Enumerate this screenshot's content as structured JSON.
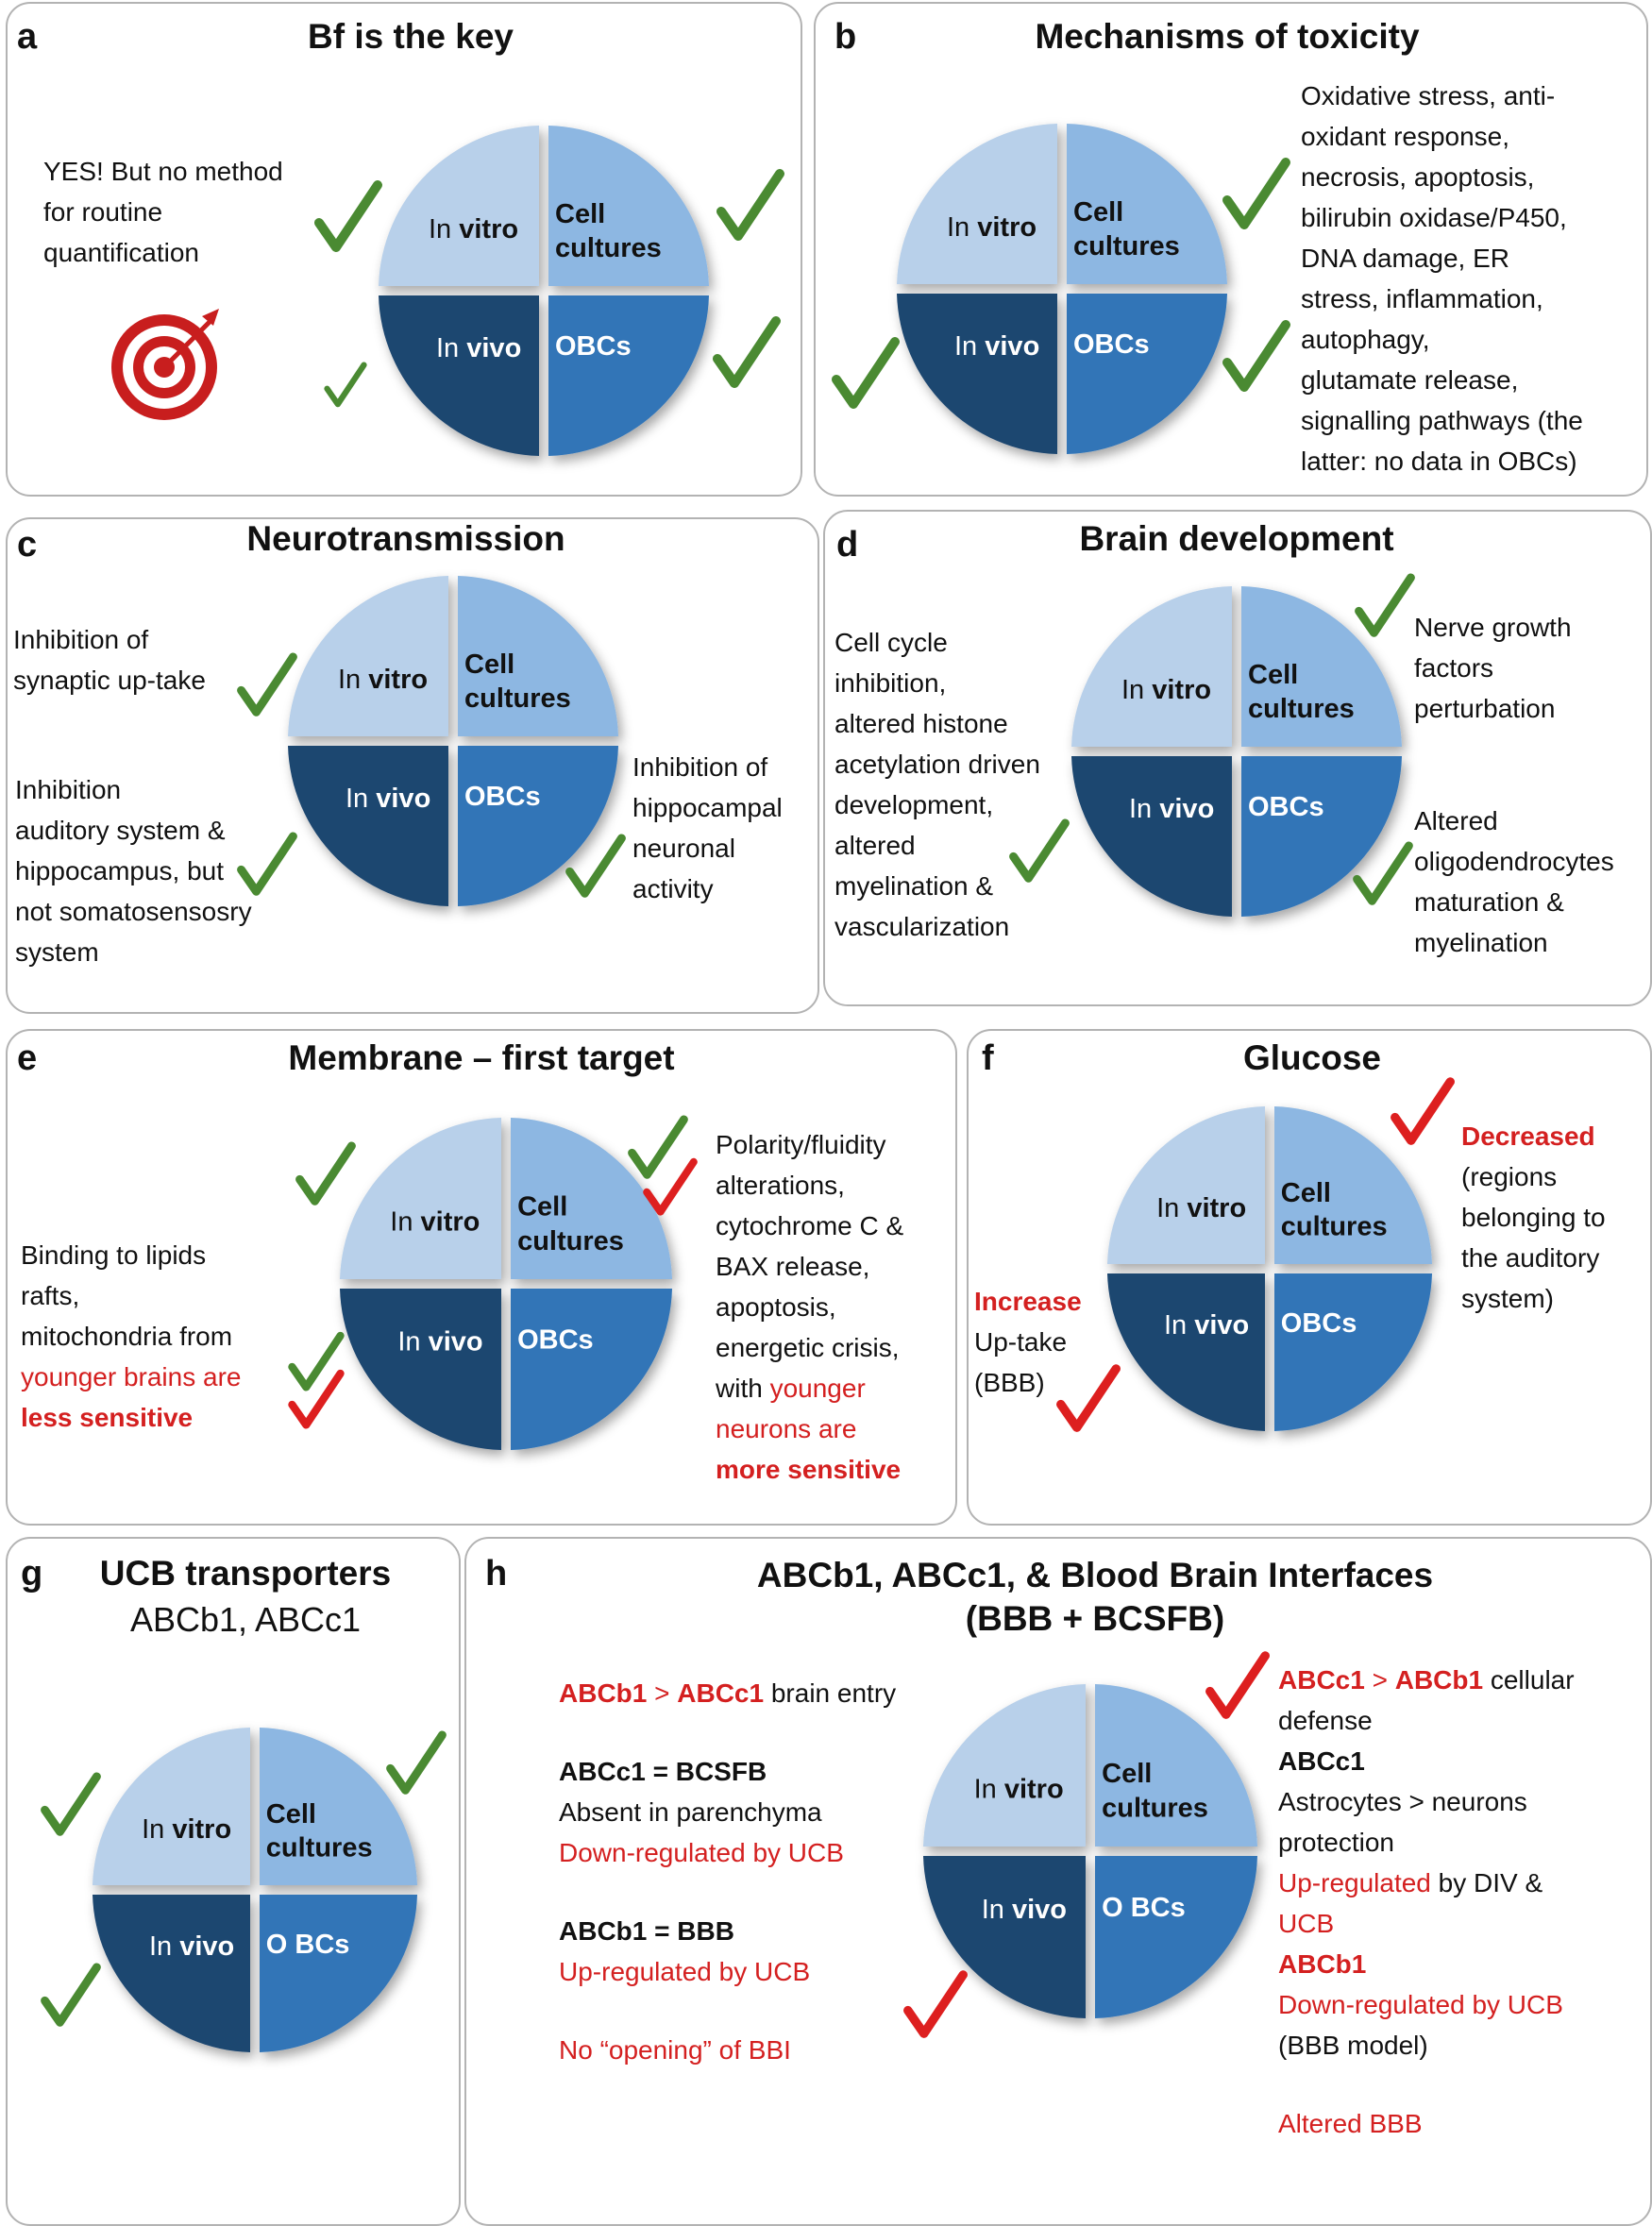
{
  "colors": {
    "in_vitro": "#b8d0ea",
    "cell_cultures": "#8db7e2",
    "in_vivo": "#1f4670",
    "obcs": "#3074b7",
    "check_green": "#4a8a32",
    "check_red": "#dd1f1f",
    "text_red": "#d42020",
    "border": "#b3b3b3"
  },
  "quadrant_labels": {
    "in_vitro_pre": "In ",
    "in_vitro_bold": "vitro",
    "cell": "Cell",
    "cultures": "cultures",
    "in_vivo_pre": "In ",
    "in_vivo_bold": "vivo",
    "obcs": "OBCs",
    "obcs_spaced": "O BCs"
  },
  "panels": {
    "a": {
      "letter": "a",
      "title": "Bf is the key",
      "text": [
        "YES! But no method",
        "for routine",
        "quantification"
      ],
      "icon": "target-icon"
    },
    "b": {
      "letter": "b",
      "title": "Mechanisms of toxicity",
      "text": [
        "Oxidative stress, anti-",
        "oxidant response,",
        "necrosis, apoptosis,",
        "bilirubin oxidase/P450,",
        "DNA damage, ER",
        "stress, inflammation,",
        "autophagy,",
        "glutamate release,",
        "signalling pathways (the",
        "latter: no data in OBCs)"
      ]
    },
    "c": {
      "letter": "c",
      "title": "Neurotransmission",
      "left_top": [
        "Inhibition of",
        "synaptic up-take"
      ],
      "left_bottom": [
        "Inhibition",
        "auditory system &",
        "hippocampus, but",
        "not somatosensosry",
        "system"
      ],
      "right": [
        "Inhibition of",
        "hippocampal",
        "neuronal",
        "activity"
      ]
    },
    "d": {
      "letter": "d",
      "title": "Brain development",
      "left": [
        "Cell cycle",
        "inhibition,",
        "altered histone",
        "acetylation driven",
        "development,",
        "altered",
        "myelination &",
        "vascularization"
      ],
      "right_top": [
        "Nerve growth",
        "factors",
        "perturbation"
      ],
      "right_bottom": [
        "Altered",
        "oligodendrocytes",
        "maturation &",
        "myelination"
      ]
    },
    "e": {
      "letter": "e",
      "title": "Membrane – first target",
      "left": [
        "Binding to lipids",
        "rafts,",
        "mitochondria from"
      ],
      "left_red": "younger brains are",
      "left_red_bold": "less sensitive",
      "right": [
        "Polarity/fluidity",
        "alterations,",
        "cytochrome C &",
        "BAX release,",
        "apoptosis,",
        "energetic crisis,"
      ],
      "right_with": "with ",
      "right_red": "younger",
      "right_red2": "neurons are",
      "right_red_bold": "more sensitive"
    },
    "f": {
      "letter": "f",
      "title": "Glucose",
      "right_red_bold": "Decreased",
      "right": [
        "(regions",
        "belonging to",
        "the auditory",
        "system)"
      ],
      "left_red_bold": "Increase",
      "left": [
        "Up-take",
        "(BBB)"
      ]
    },
    "g": {
      "letter": "g",
      "title": "UCB transporters",
      "subtitle": "ABCb1, ABCc1"
    },
    "h": {
      "letter": "h",
      "title_line1": "ABCb1, ABCc1, & Blood Brain Interfaces",
      "title_line2": "(BBB + BCSFB)",
      "l1_red_a": "ABCb1",
      "l1_gt": " > ",
      "l1_red_b": "ABCc1",
      "l1_rest": " brain entry",
      "l2_bold": "ABCc1 = BCSFB",
      "l3": "Absent in parenchyma",
      "l4_red": "Down-regulated by UCB",
      "l5_bold": "ABCb1 = BBB",
      "l6_red": "Up-regulated by UCB",
      "l7_red": "No “opening” of BBI",
      "r1_red_a": "ABCc1",
      "r1_gt": " > ",
      "r1_red_b": "ABCb1",
      "r1_rest": " cellular",
      "r2": "defense",
      "r3_bold": "ABCc1",
      "r4": "Astrocytes > neurons",
      "r5": "protection",
      "r6_red": "Up-regulated",
      "r6_rest": " by DIV &",
      "r7_red": "UCB",
      "r8_red_bold": "ABCb1",
      "r9_red": "Down-regulated by UCB",
      "r10": "(BBB model)",
      "r11_red": "Altered BBB"
    }
  }
}
